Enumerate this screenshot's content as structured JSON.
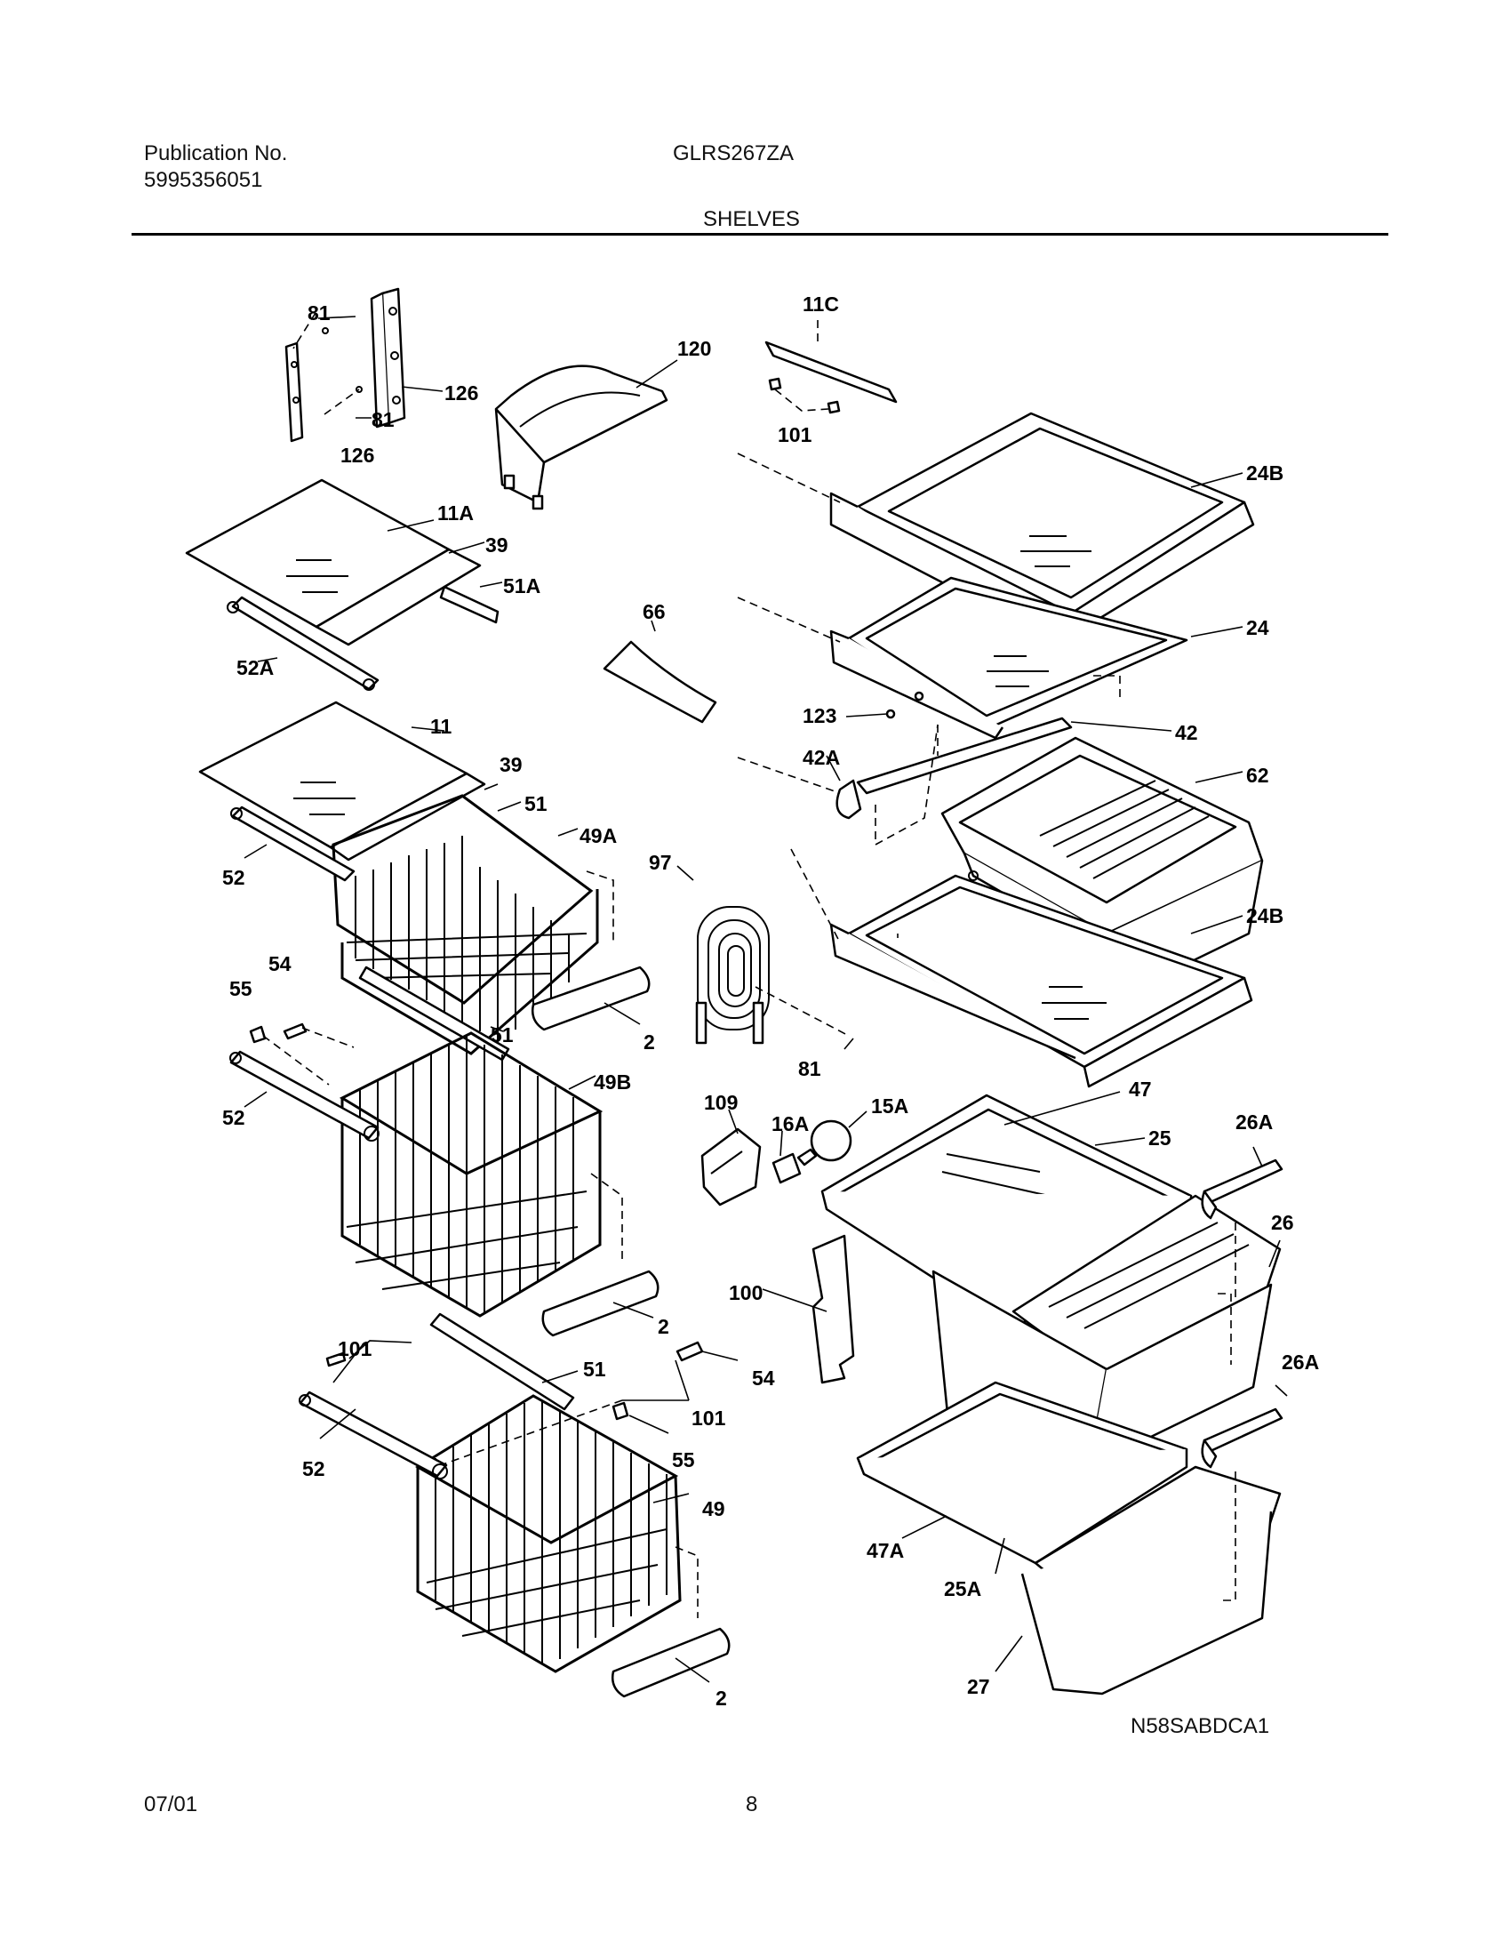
{
  "header": {
    "publication_label": "Publication No.",
    "publication_number": "5995356051",
    "model": "GLRS267ZA",
    "section_title": "SHELVES"
  },
  "diagram": {
    "code": "N58SABDCA1",
    "callouts": [
      "81",
      "126",
      "81",
      "126",
      "120",
      "11C",
      "101",
      "24B",
      "11A",
      "39",
      "51A",
      "52A",
      "66",
      "24",
      "123",
      "42",
      "42A",
      "62",
      "11",
      "39",
      "51",
      "49A",
      "52",
      "97",
      "24B",
      "54",
      "55",
      "51",
      "2",
      "81",
      "49B",
      "52",
      "109",
      "15A",
      "16A",
      "47",
      "25",
      "26A",
      "26",
      "2",
      "100",
      "101",
      "51",
      "54",
      "101",
      "26A",
      "55",
      "52",
      "49",
      "47A",
      "25A",
      "27",
      "2"
    ]
  },
  "footer": {
    "date": "07/01",
    "page": "8"
  }
}
